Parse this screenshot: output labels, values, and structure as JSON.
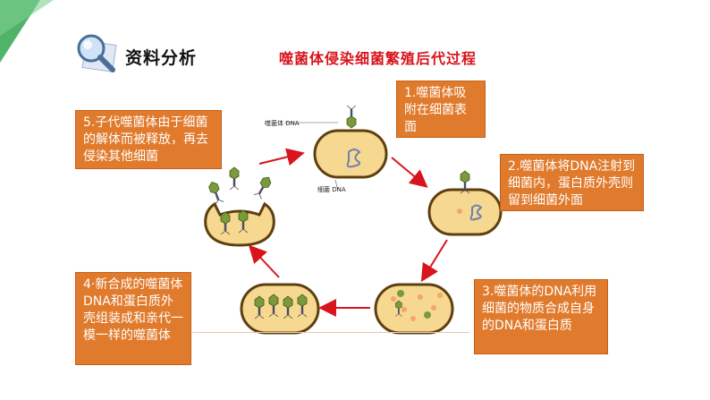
{
  "heading": "资料分析",
  "title": "噬菌体侵染细菌繁殖后代过程",
  "steps": {
    "s1": "1.噬菌体吸附在细菌表面",
    "s2": "2.噬菌体将DNA注射到细菌内，蛋白质外壳则留到细菌外面",
    "s3": "3.噬菌体的DNA利用细菌的物质合成自身的DNA和蛋白质",
    "s4": "4·新合成的噬菌体DNA和蛋白质外壳组装成和亲代一模一样的噬菌体",
    "s5": "5.子代噬菌体由于细菌的解体而被释放，再去侵染其他细菌"
  },
  "labels": {
    "phage_dna": "噬菌体 DNA",
    "bacteria_dna": "细菌 DNA"
  },
  "colors": {
    "accent": "#e07a2c",
    "title_red": "#d8141c",
    "arrow_red": "#d8141c",
    "corner_green": "#4fb469"
  },
  "icons": [
    "magnifier-icon"
  ]
}
